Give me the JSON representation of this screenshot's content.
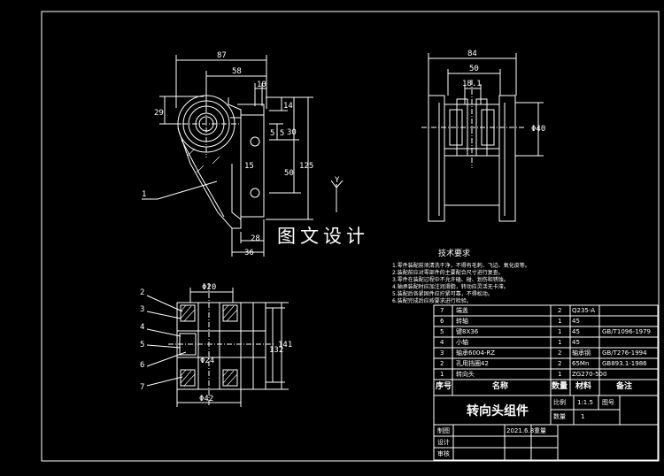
{
  "watermark": "图文设计",
  "tech": {
    "title": "技术要求",
    "lines": [
      "1.零件装配前须清洗干净，不得有毛刺、飞边、氧化皮等。",
      "2.装配前应对零部件的主要配合尺寸进行复查。",
      "3.零件在装配过程中不允许磕、碰、划伤和锈蚀。",
      "4.轴承装配时应加注润滑脂，转动应灵活无卡滞。",
      "5.装配后各紧固件应拧紧可靠，不得松动。",
      "6.装配完成后应按要求进行检验。"
    ]
  },
  "top_view": {
    "dims": [
      "87",
      "58",
      "10",
      "29",
      "14",
      "5.5",
      "30",
      "50",
      "125",
      "15",
      "28",
      "36"
    ],
    "leader": "1"
  },
  "side_view": {
    "dims": [
      "84",
      "50",
      "18.1",
      "Φ40"
    ]
  },
  "section_view": {
    "dims": [
      "Φ20",
      "Φ24",
      "Φ42",
      "132",
      "141"
    ],
    "leaders": [
      "2",
      "3",
      "4",
      "5",
      "6",
      "7"
    ]
  },
  "bom": {
    "rows": [
      {
        "no": "7",
        "name": "端盖",
        "qty": "2",
        "material": "Q235-A",
        "note": ""
      },
      {
        "no": "6",
        "name": "转轴",
        "qty": "1",
        "material": "45",
        "note": ""
      },
      {
        "no": "5",
        "name": "键8X36",
        "qty": "1",
        "material": "45",
        "note": "GB/T1096-1979"
      },
      {
        "no": "4",
        "name": "小轴",
        "qty": "1",
        "material": "45",
        "note": ""
      },
      {
        "no": "3",
        "name": "轴承6004-RZ",
        "qty": "2",
        "material": "轴承钢",
        "note": "GB/T276-1994"
      },
      {
        "no": "2",
        "name": "孔用挡圈42",
        "qty": "2",
        "material": "65Mn",
        "note": "GB893.1-1986"
      },
      {
        "no": "1",
        "name": "转向头",
        "qty": "1",
        "material": "ZG270-500",
        "note": ""
      }
    ],
    "header": {
      "no": "序号",
      "name": "名称",
      "qty": "数量",
      "material": "材料",
      "note": "备注"
    }
  },
  "title_block": {
    "title": "转向头组件",
    "scale_label": "比例",
    "scale": "1:1.5",
    "qty_label": "数量",
    "qty": "1",
    "draw_label": "图号",
    "weight_label": "重量",
    "drawn_label": "制图",
    "date": "2021.6.8",
    "design_label": "设计",
    "check_label": "审核"
  },
  "axis_label": "Y"
}
